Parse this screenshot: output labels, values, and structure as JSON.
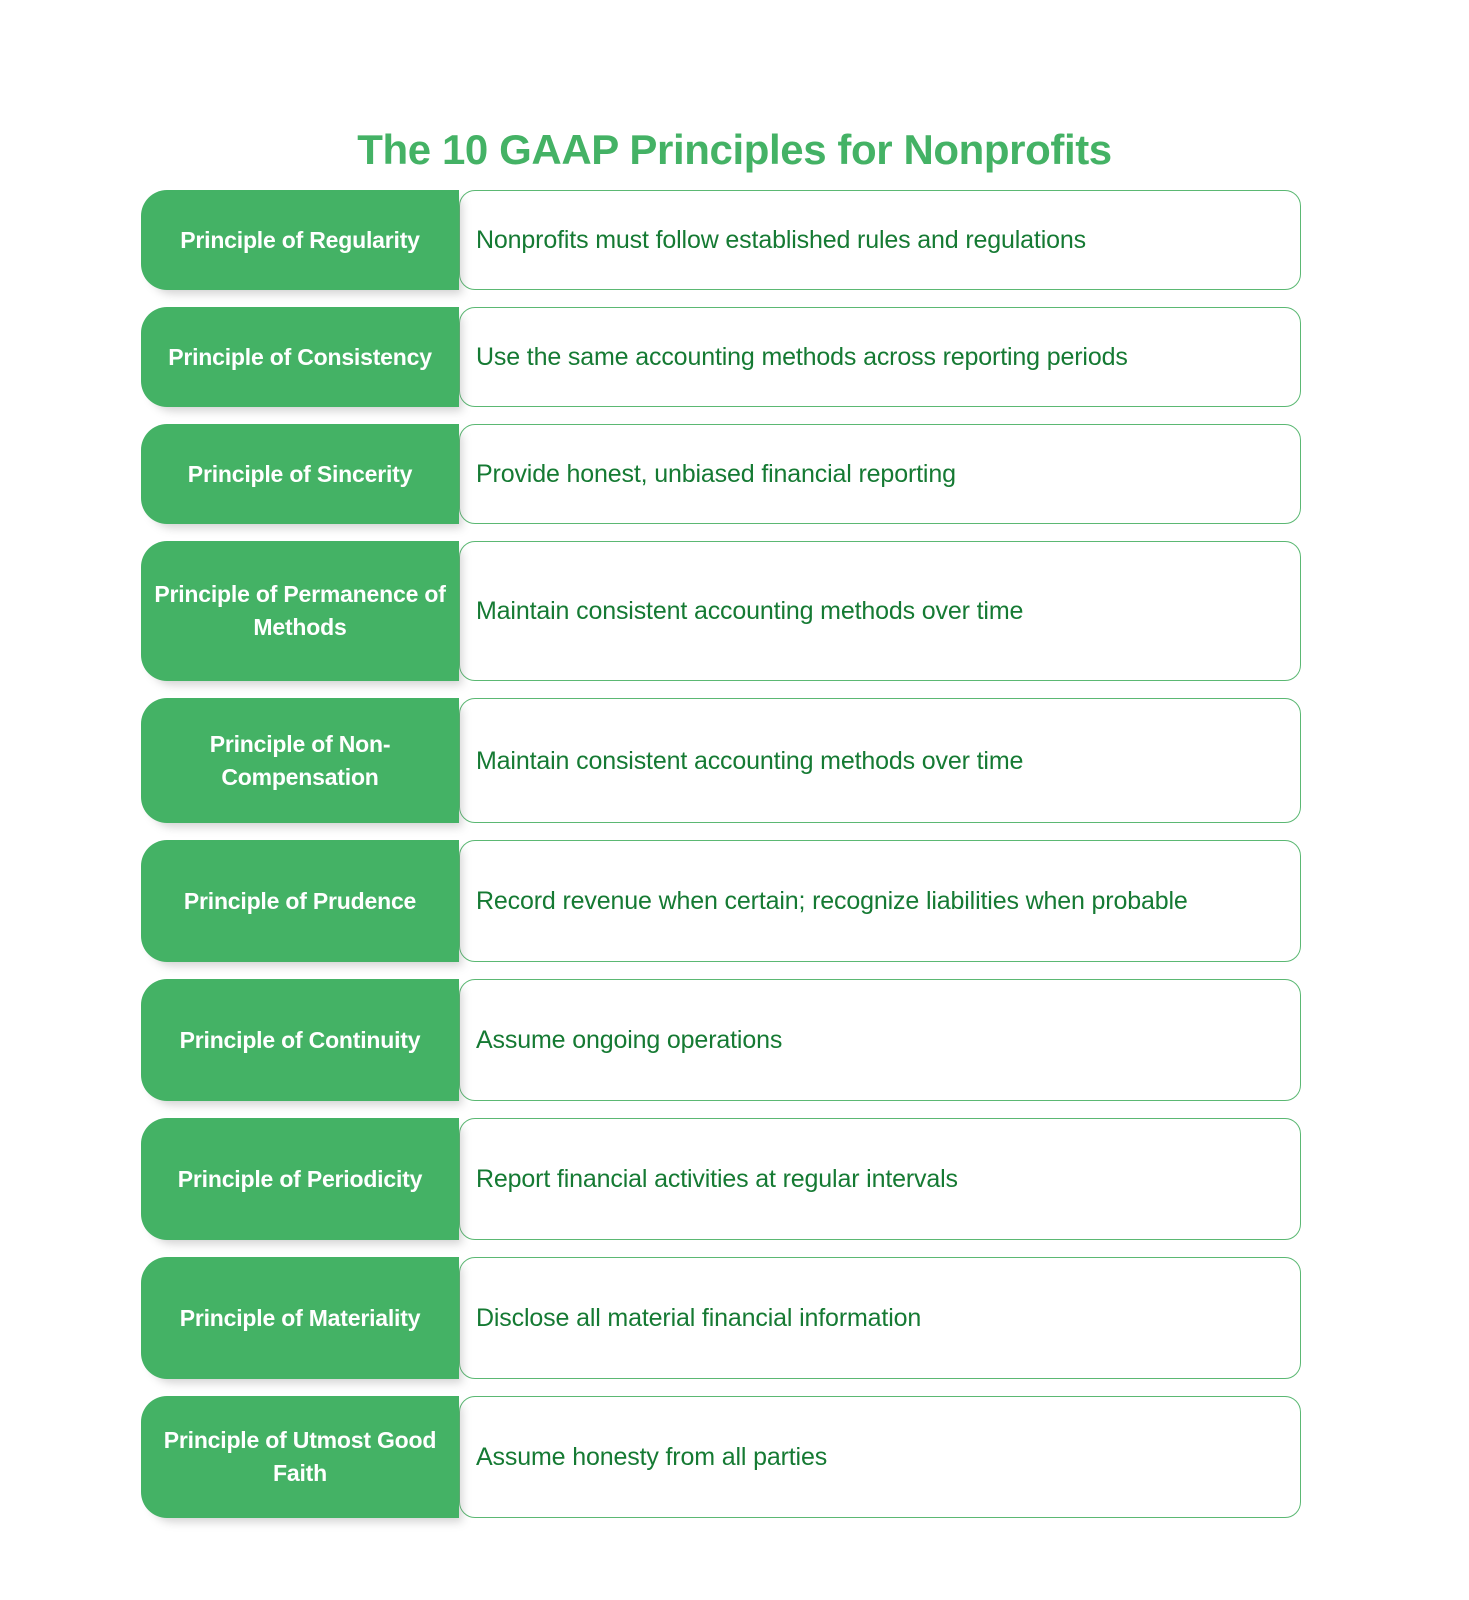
{
  "title": "The 10 GAAP Principles for Nonprofits",
  "colors": {
    "brand_green": "#44B265",
    "description_green": "#157A33",
    "card_border_green": "#5BB873",
    "background": "#FFFFFF",
    "label_text": "#FFFFFF"
  },
  "principles": [
    {
      "name": "Principle of Regularity",
      "description": "Nonprofits must follow established rules and regulations"
    },
    {
      "name": "Principle of Consistency",
      "description": "Use the same accounting methods across reporting periods"
    },
    {
      "name": "Principle of Sincerity",
      "description": "Provide honest, unbiased financial reporting"
    },
    {
      "name": "Principle of Permanence of Methods",
      "description": "Maintain consistent accounting methods over time"
    },
    {
      "name": "Principle of Non-Compensation",
      "description": "Maintain consistent accounting methods over time"
    },
    {
      "name": "Principle of Prudence",
      "description": "Record revenue when certain; recognize liabilities when probable"
    },
    {
      "name": "Principle of Continuity",
      "description": "Assume ongoing operations"
    },
    {
      "name": "Principle of Periodicity",
      "description": "Report financial activities at regular intervals"
    },
    {
      "name": "Principle of Materiality",
      "description": "Disclose all material financial information"
    },
    {
      "name": "Principle of Utmost Good Faith",
      "description": "Assume honesty from all parties"
    }
  ]
}
